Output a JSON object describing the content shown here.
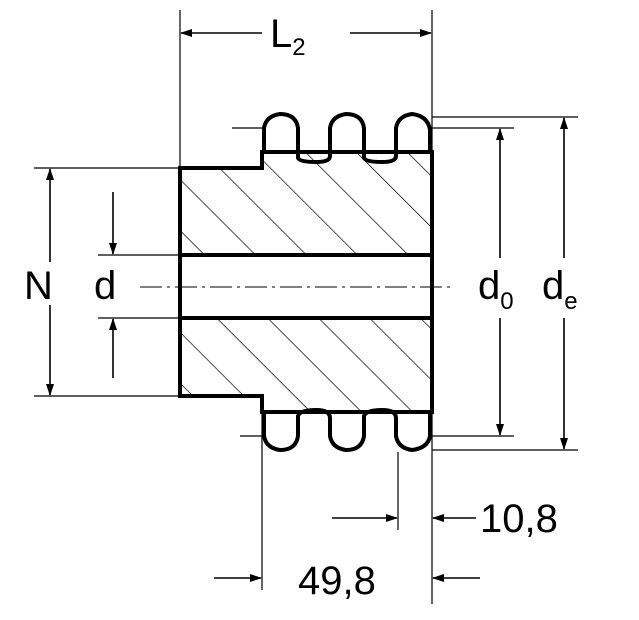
{
  "colors": {
    "ink": "#000000",
    "paper": "#ffffff"
  },
  "labels": {
    "width": {
      "main": "L",
      "sub": "2"
    },
    "hub_diameter": "N",
    "bore": "d",
    "pitch_diameter": {
      "main": "d",
      "sub": "0"
    },
    "outer_diameter": {
      "main": "d",
      "sub": "e"
    },
    "tooth_width": "10,8",
    "teeth_span": "49,8"
  }
}
